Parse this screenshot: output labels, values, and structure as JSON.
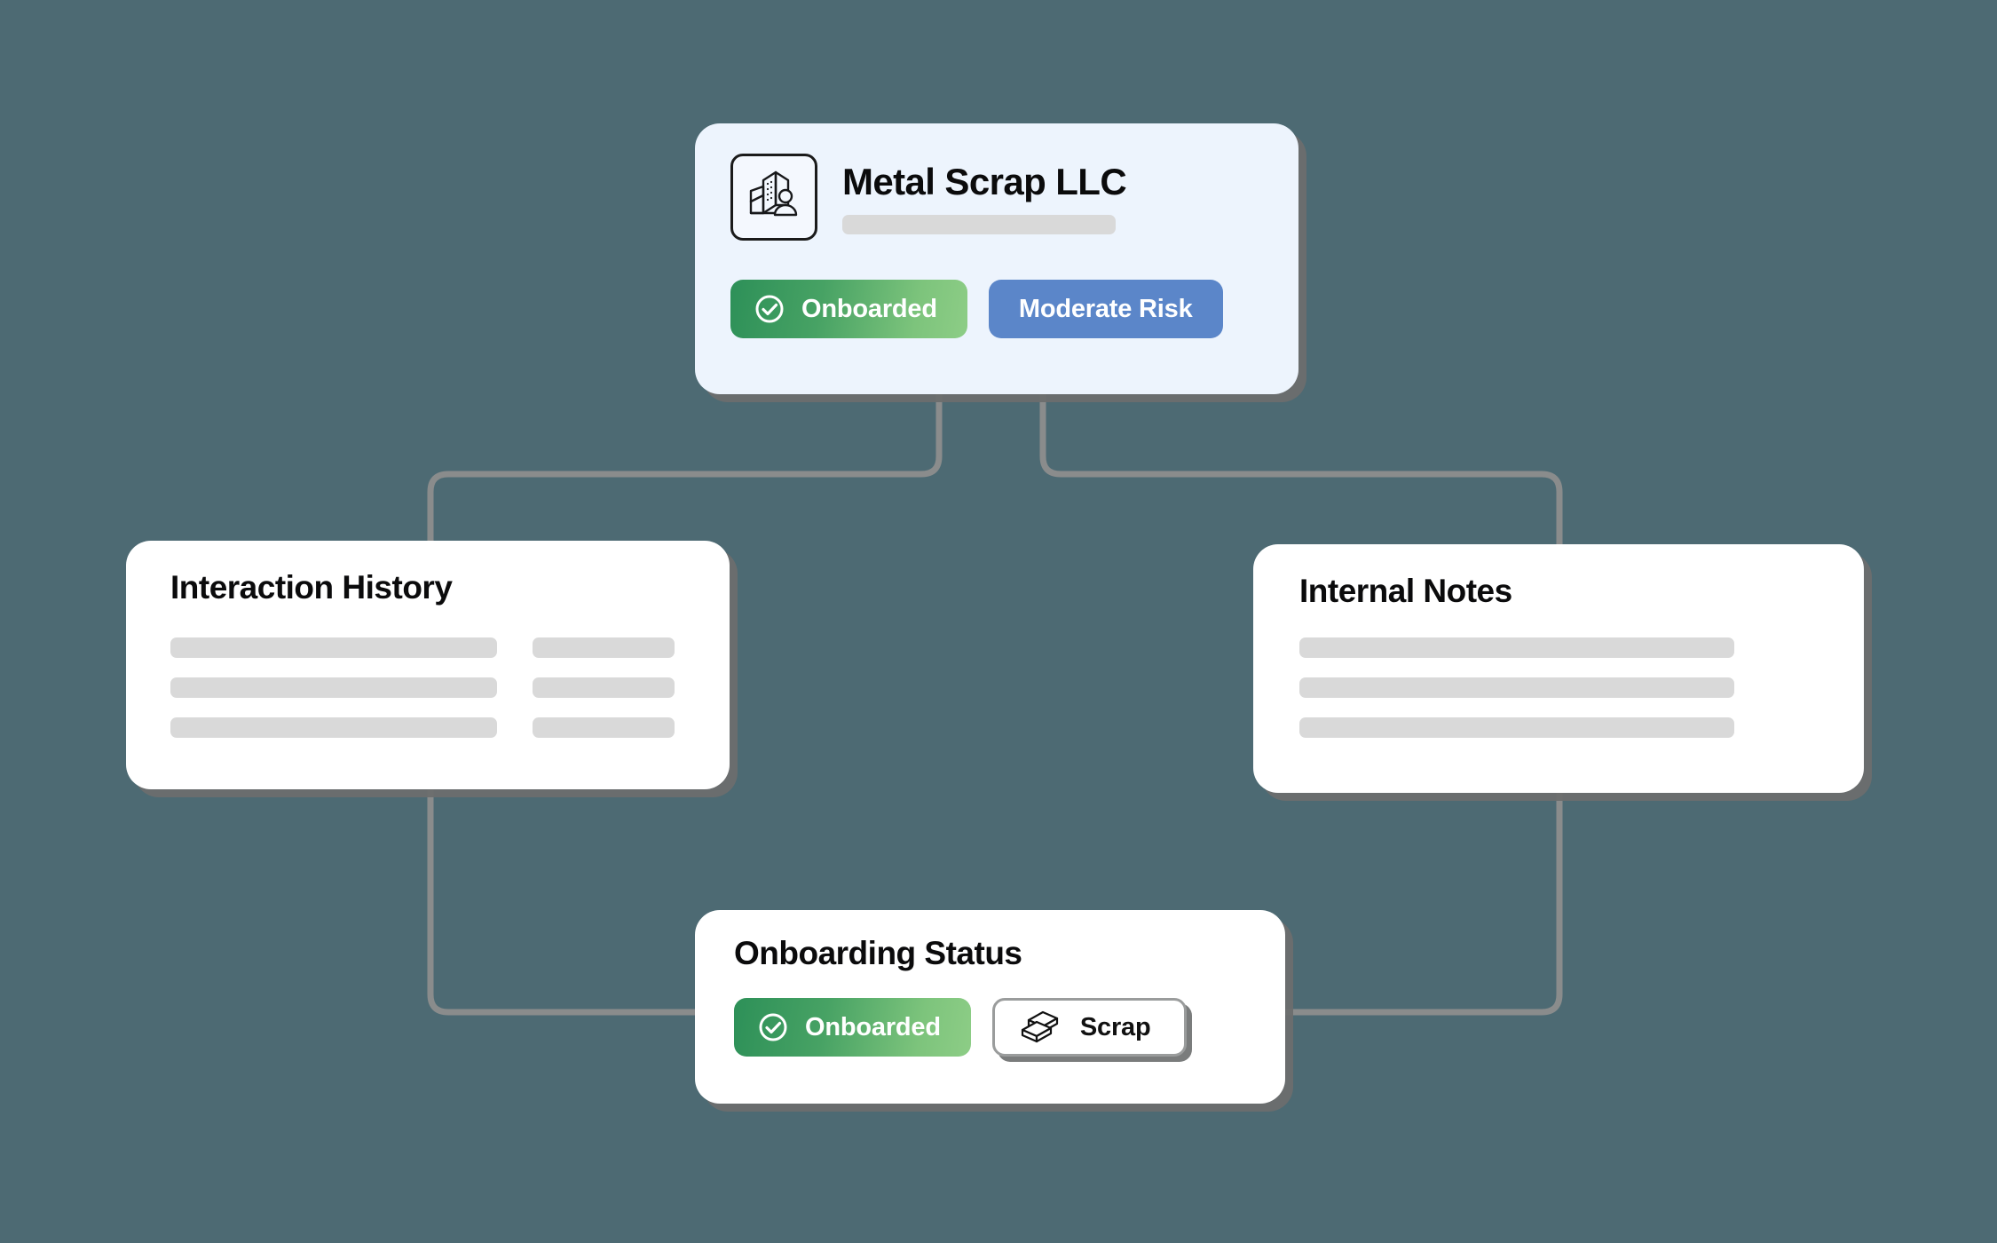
{
  "theme": {
    "background": "#4d6a73",
    "card_background": "#ffffff",
    "root_card_background": "#edf4fd",
    "shadow": "#6c6e6e",
    "connector": "#8a8c8c",
    "placeholder": "#d9d9d9",
    "green_badge_start": "#2d9058",
    "green_badge_end": "#8dcd86",
    "blue_badge": "#5b86c9",
    "text": "#0b0b0c"
  },
  "company_card": {
    "name": "Metal Scrap LLC",
    "logo_icon": "office-building-person-icon",
    "subtitle_placeholder": "",
    "badges": [
      {
        "label": "Onboarded",
        "icon": "check-circle-icon",
        "style": "green"
      },
      {
        "label": "Moderate Risk",
        "icon": "",
        "style": "blue"
      }
    ]
  },
  "interaction_card": {
    "title": "Interaction History",
    "rows": [
      {
        "left_placeholder": "",
        "right_placeholder": ""
      },
      {
        "left_placeholder": "",
        "right_placeholder": ""
      },
      {
        "left_placeholder": "",
        "right_placeholder": ""
      }
    ]
  },
  "notes_card": {
    "title": "Internal Notes",
    "rows": [
      "",
      "",
      ""
    ]
  },
  "status_card": {
    "title": "Onboarding Status",
    "badges": [
      {
        "label": "Onboarded",
        "icon": "check-circle-icon",
        "style": "green"
      },
      {
        "label": "Scrap",
        "icon": "metal-ingots-icon",
        "style": "outline"
      }
    ]
  },
  "connectors": {
    "count": 4,
    "description": "orthogonal elbow links from company card down to interaction history, internal notes, and onboarding status"
  }
}
